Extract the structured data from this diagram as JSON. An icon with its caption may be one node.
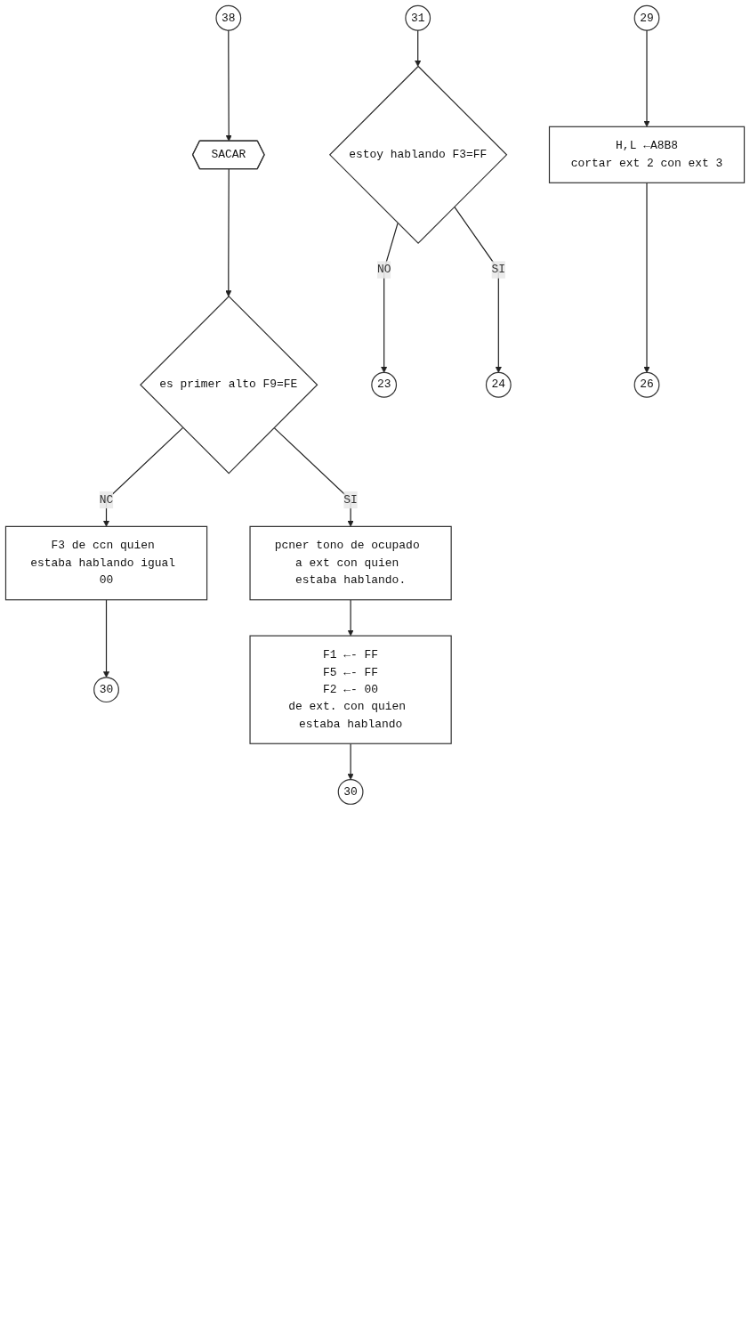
{
  "diagram": {
    "nodes": [
      {
        "text": [
          "38"
        ]
      },
      {
        "text": [
          "SACAR"
        ]
      },
      {
        "text": [
          "es primer alto F9=FE"
        ]
      },
      {
        "text": [
          "pcner tono de ocupado a ext con quien estaba hablando."
        ]
      },
      {
        "text": [
          "F3 de ccn quien estaba hablando igual 00"
        ]
      },
      {
        "text": [
          "30"
        ]
      },
      {
        "text": [
          "F1 ←- FF",
          "F5 ←- FF",
          "F2 ←- 00",
          "de ext. con quien estaba hablando"
        ]
      },
      {
        "text": [
          "30"
        ]
      },
      {
        "text": [
          "31"
        ]
      },
      {
        "text": [
          "estoy hablando F3=FF"
        ]
      },
      {
        "text": [
          "23"
        ]
      },
      {
        "text": [
          "24"
        ]
      },
      {
        "text": [
          "29"
        ]
      },
      {
        "text": [
          "H,L ←A8B8",
          "cortar ext 2 con ext 3"
        ]
      },
      {
        "text": [
          "26"
        ]
      }
    ],
    "edges": [
      {
        "from": 0,
        "to": 1,
        "arrow": "to"
      },
      {
        "from": 1,
        "to": 2,
        "arrow": "to"
      },
      {
        "from": 2,
        "to": 3,
        "arrow": "to",
        "label": "SI"
      },
      {
        "from": 2,
        "to": 4,
        "arrow": "to",
        "label": "NC"
      },
      {
        "from": 4,
        "to": 5,
        "arrow": "to"
      },
      {
        "from": 3,
        "to": 6,
        "arrow": "to"
      },
      {
        "from": 6,
        "to": 7,
        "arrow": "to"
      },
      {
        "from": 8,
        "to": 9,
        "arrow": "to"
      },
      {
        "from": 9,
        "to": 10,
        "arrow": "to",
        "label": "NO"
      },
      {
        "from": 9,
        "to": 11,
        "arrow": "to",
        "label": "SI"
      },
      {
        "from": 12,
        "to": 13,
        "arrow": "to"
      },
      {
        "from": 13,
        "to": 14,
        "arrow": "to"
      }
    ]
  }
}
